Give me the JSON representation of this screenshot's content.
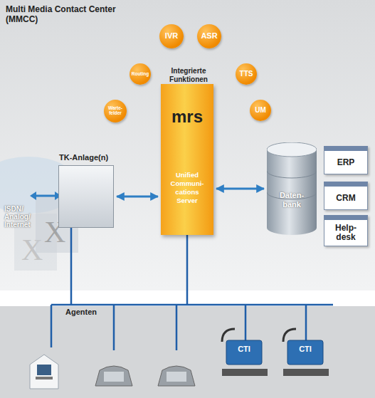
{
  "diagram": {
    "title": "Multi Media Contact Center (MMCC)",
    "nodes": [
      {
        "text": [
          "IVR"
        ]
      },
      {
        "text": [
          "ASR"
        ]
      },
      {
        "text": [
          "Routing"
        ]
      },
      {
        "text": [
          "TTS"
        ]
      },
      {
        "text": [
          "Warte-felder"
        ]
      },
      {
        "text": [
          "UM"
        ]
      },
      {
        "text": [
          "mrs",
          "Unified Communi-cations Server"
        ]
      },
      {
        "text": [
          "TK-Anlage(n)"
        ]
      },
      {
        "text": [
          "Daten-bank"
        ]
      },
      {
        "text": [
          "ERP"
        ]
      },
      {
        "text": [
          "CRM"
        ]
      },
      {
        "text": [
          "Help-desk"
        ]
      }
    ],
    "edges": [
      {
        "from": 7,
        "to": 6,
        "arrow": "both"
      },
      {
        "from": 6,
        "to": 8,
        "arrow": "both"
      }
    ],
    "labels": [
      "Integrierte Funktionen",
      "ISDN/ Analog/ Internet",
      "Agenten",
      "CTI",
      "CTI"
    ]
  }
}
